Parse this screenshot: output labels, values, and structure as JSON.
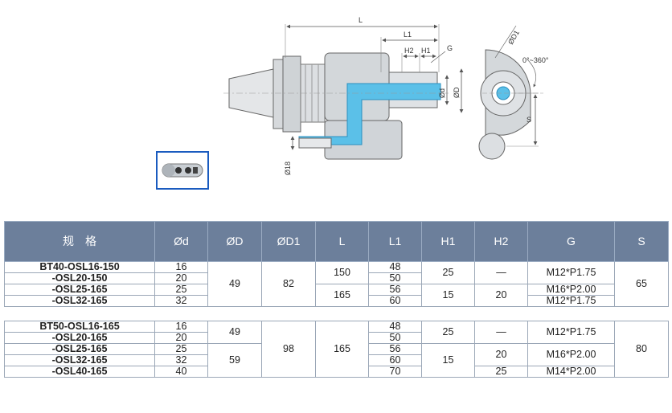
{
  "drawing": {
    "dims": {
      "L": "L",
      "L1": "L1",
      "H2": "H2",
      "H1": "H1",
      "G": "G",
      "d": "Ød",
      "D": "ØD",
      "D1": "ØD1",
      "angle": "0°~360°",
      "S": "S",
      "d18": "Ø18"
    },
    "colors": {
      "coolant": "#5bc0e8",
      "body": "#d9dcdf",
      "line": "#555555",
      "frame": "#1a5bbf"
    }
  },
  "table": {
    "headers": [
      "规　格",
      "Ød",
      "ØD",
      "ØD1",
      "L",
      "L1",
      "H1",
      "H2",
      "G",
      "S"
    ],
    "group1": {
      "rows": [
        {
          "spec": "BT40-OSL16-150",
          "d": "16",
          "L1": "48"
        },
        {
          "spec": "-OSL20-150",
          "d": "20",
          "L1": "50"
        },
        {
          "spec": "-OSL25-165",
          "d": "25",
          "L1": "56"
        },
        {
          "spec": "-OSL32-165",
          "d": "32",
          "L1": "60"
        }
      ],
      "D": "49",
      "D1": "82",
      "L_a": "150",
      "L_b": "165",
      "H1_a": "25",
      "H1_b": "15",
      "H2_a": "—",
      "H2_b": "20",
      "G_a": "M12*P1.75",
      "G_b": "M16*P2.00",
      "G_c": "M12*P1.75",
      "S": "65"
    },
    "group2": {
      "rows": [
        {
          "spec": "BT50-OSL16-165",
          "d": "16",
          "L1": "48"
        },
        {
          "spec": "-OSL20-165",
          "d": "20",
          "L1": "50"
        },
        {
          "spec": "-OSL25-165",
          "d": "25",
          "L1": "56"
        },
        {
          "spec": "-OSL32-165",
          "d": "32",
          "L1": "60"
        },
        {
          "spec": "-OSL40-165",
          "d": "40",
          "L1": "70"
        }
      ],
      "D_a": "49",
      "D_b": "59",
      "D1": "98",
      "L": "165",
      "H1_a": "25",
      "H1_b": "15",
      "H2_a": "—",
      "H2_b": "20",
      "H2_c": "25",
      "G_a": "M12*P1.75",
      "G_b": "M16*P2.00",
      "G_c": "M14*P2.00",
      "S": "80"
    }
  }
}
